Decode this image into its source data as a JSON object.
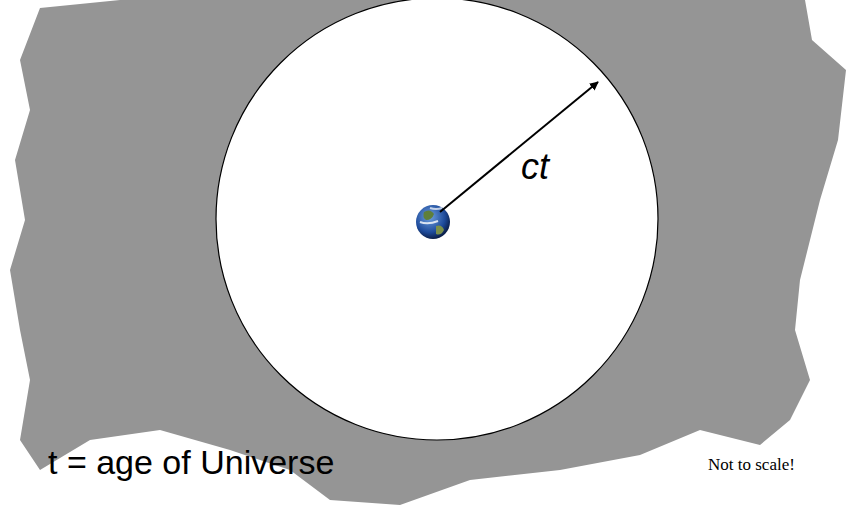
{
  "diagram": {
    "labels": [
      "ct",
      "t = age of Universe",
      "Not to scale!"
    ]
  }
}
